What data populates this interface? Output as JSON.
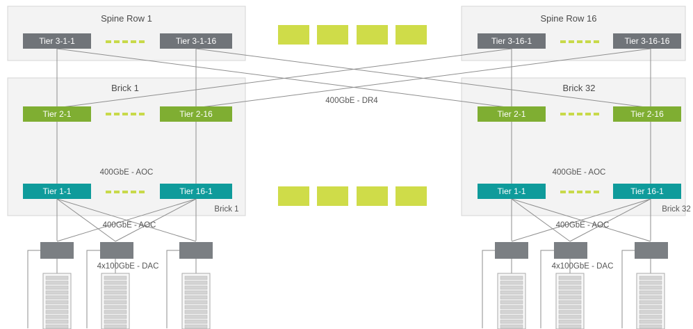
{
  "colors": {
    "tier3": "#707479",
    "tier2": "#7fae32",
    "tier1": "#0f9b9b",
    "lime": "#cfdc49",
    "dashes": "#c8d94a",
    "panel_fill": "#f3f3f3",
    "panel_border": "#d4d4d4",
    "switch_gray": "#7b7f83",
    "line": "#8e8e8e",
    "server": "#d4d4d4"
  },
  "spine_rows": [
    {
      "title": "Spine Row 1",
      "switches": [
        "Tier 3-1-1",
        "Tier 3-1-16"
      ]
    },
    {
      "title": "Spine Row 16",
      "switches": [
        "Tier 3-16-1",
        "Tier 3-16-16"
      ]
    }
  ],
  "bricks": [
    {
      "title": "Brick 1",
      "tier2": [
        "Tier 2-1",
        "Tier 2-16"
      ],
      "aoc_label": "400GbE - AOC",
      "tier1": [
        "Tier 1-1",
        "Tier 16-1"
      ],
      "corner_label": "Brick 1"
    },
    {
      "title": "Brick 32",
      "tier2": [
        "Tier 2-1",
        "Tier 2-16"
      ],
      "aoc_label": "400GbE - AOC",
      "tier1": [
        "Tier 1-1",
        "Tier 16-1"
      ],
      "corner_label": "Brick 32"
    }
  ],
  "links": {
    "dr4_label": "400GbE - DR4",
    "lower_aoc_label": "400GbE - AOC",
    "dac_label": "4x100GbE - DAC"
  }
}
